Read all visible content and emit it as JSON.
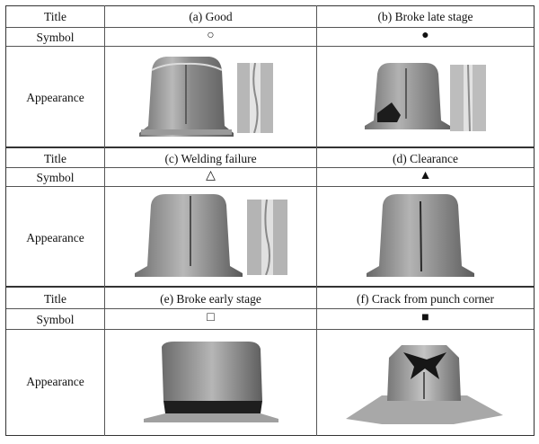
{
  "row_labels": {
    "title": "Title",
    "symbol": "Symbol",
    "appearance": "Appearance"
  },
  "samples": [
    {
      "title": "(a)  Good",
      "symbol": "○"
    },
    {
      "title": "(b)  Broke late stage",
      "symbol": "●"
    },
    {
      "title": "(c)  Welding failure",
      "symbol": "△"
    },
    {
      "title": "(d)  Clearance",
      "symbol": "▲"
    },
    {
      "title": "(e) Broke early stage",
      "symbol": "□"
    },
    {
      "title": "(f) Crack from punch corner",
      "symbol": "■"
    }
  ]
}
